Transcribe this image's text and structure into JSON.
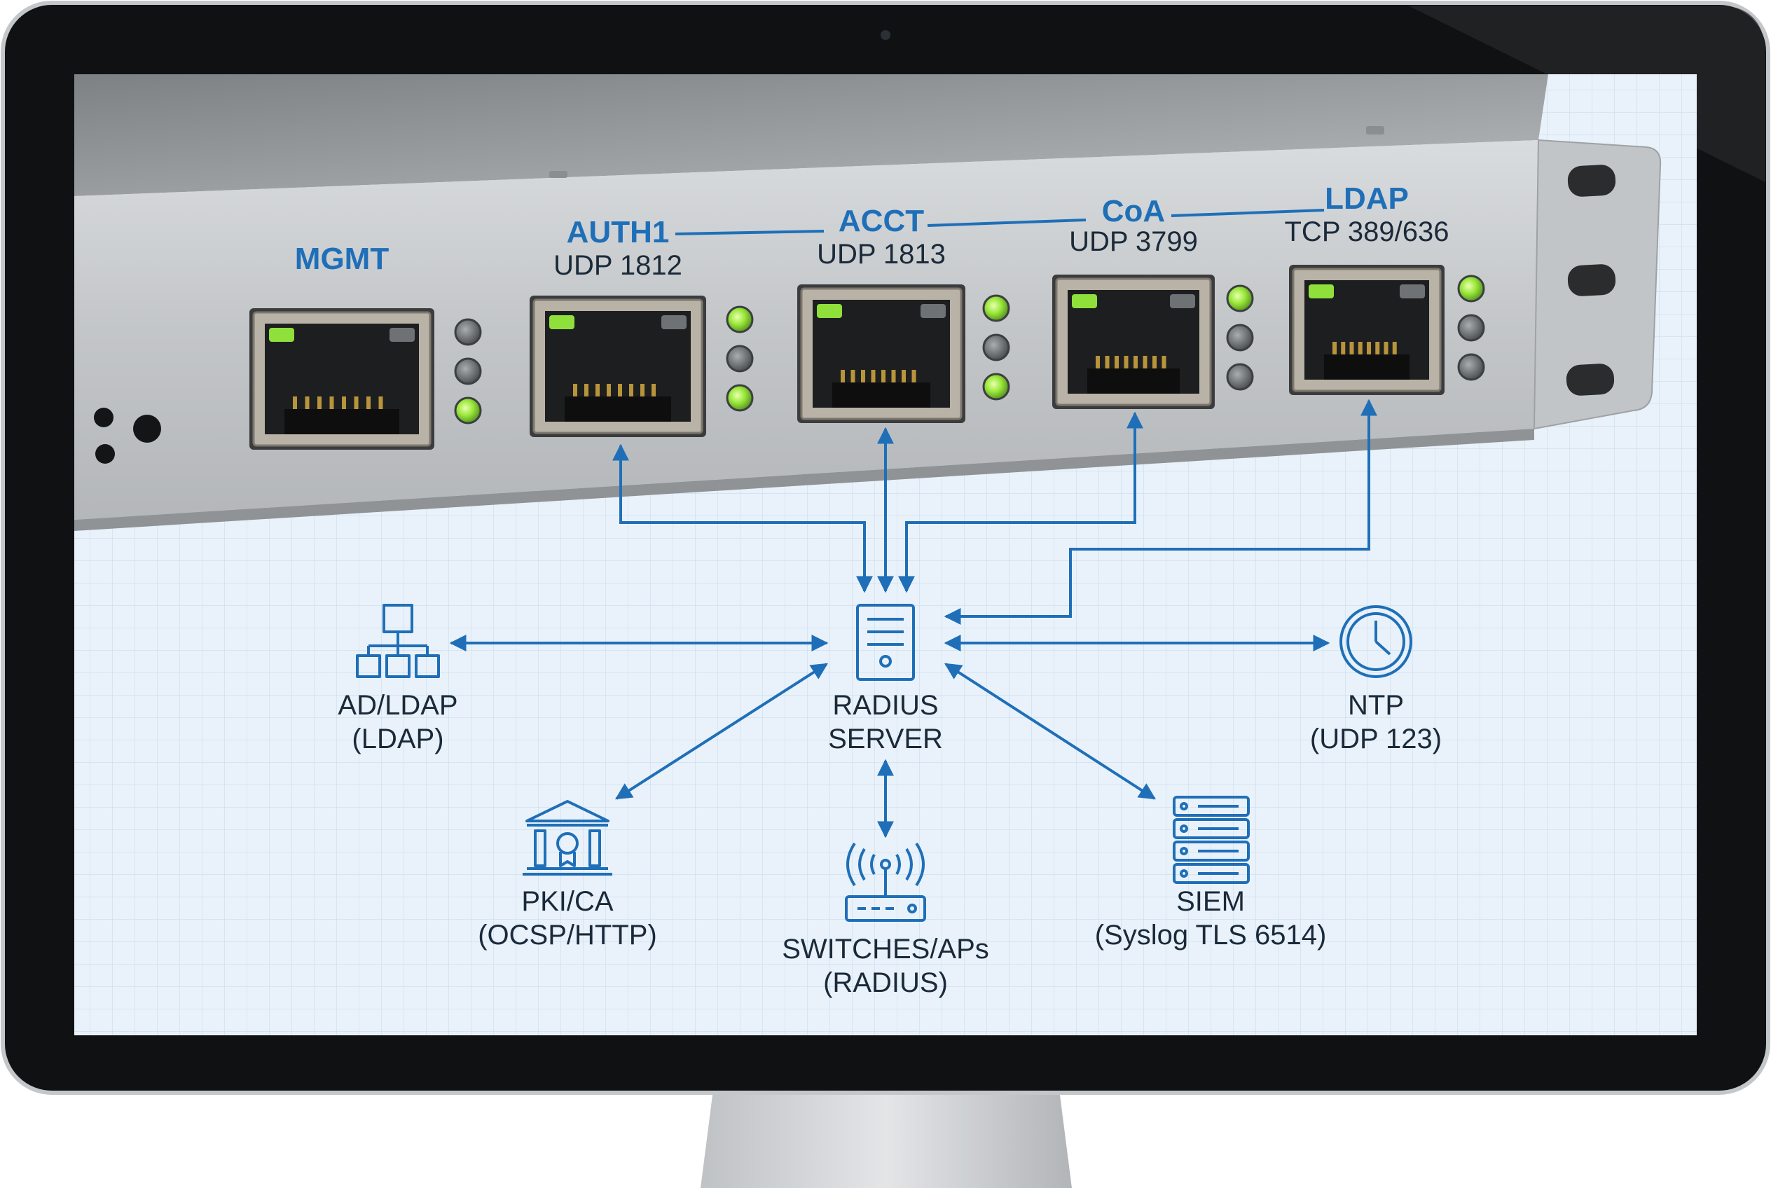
{
  "colors": {
    "accent": "#1f6fb8",
    "label_text": "#1b2a3a",
    "led_green": "#8fe03a",
    "led_off": "#7a7e80",
    "bezel": "#111214",
    "grid_bg": "#e8f1f9",
    "steel": "#c9ccce"
  },
  "ports": [
    {
      "name": "MGMT",
      "proto": "",
      "leds": [
        false,
        false,
        true
      ]
    },
    {
      "name": "AUTH1",
      "proto": "UDP 1812",
      "leds": [
        true,
        false,
        true
      ]
    },
    {
      "name": "ACCT",
      "proto": "UDP 1813",
      "leds": [
        true,
        false,
        true
      ]
    },
    {
      "name": "CoA",
      "proto": "UDP 3799",
      "leds": [
        true,
        false,
        false
      ]
    },
    {
      "name": "LDAP",
      "proto": "TCP 389/636",
      "leds": [
        true,
        false,
        false
      ]
    }
  ],
  "nodes": {
    "radius": {
      "line1": "RADIUS",
      "line2": "SERVER",
      "icon": "server-tower-icon"
    },
    "ad": {
      "line1": "AD/LDAP",
      "line2": "(LDAP)",
      "icon": "hierarchy-icon"
    },
    "ntp": {
      "line1": "NTP",
      "line2": "(UDP 123)",
      "icon": "clock-icon"
    },
    "pki": {
      "line1": "PKI/CA",
      "line2": "(OCSP/HTTP)",
      "icon": "institution-icon"
    },
    "switches": {
      "line1": "SWITCHES/APs",
      "line2": "(RADIUS)",
      "icon": "wireless-router-icon"
    },
    "siem": {
      "line1": "SIEM",
      "line2": "(Syslog TLS 6514)",
      "icon": "server-rack-icon"
    }
  }
}
